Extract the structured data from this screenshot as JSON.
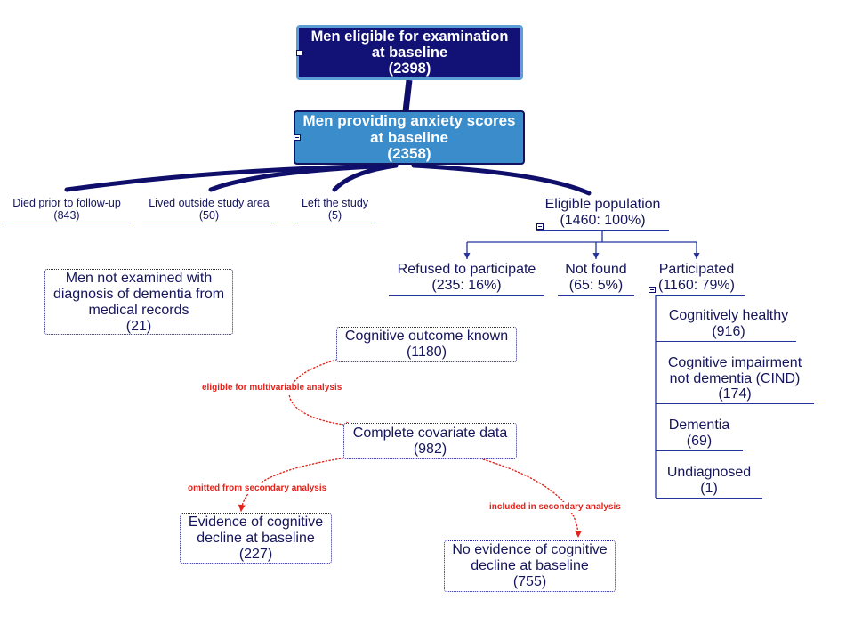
{
  "colors": {
    "root_fill": "#121276",
    "root_border": "#5b9fd4",
    "anxiety_fill": "#3b8ccb",
    "anxiety_border": "#12125e",
    "connector": "#0f0f6b",
    "tree_line": "#24349a",
    "text": "#15155c",
    "annotation": "#e3231b",
    "dotted_border": "#23238c"
  },
  "icons": {
    "root_toggle": "collapse-icon",
    "anxiety_toggle": "collapse-icon",
    "eligible_toggle": "collapse-icon",
    "participated_toggle": "collapse-icon"
  },
  "root": {
    "lines": [
      "Men eligible for examination",
      "at baseline",
      "(2398)"
    ]
  },
  "anxiety": {
    "lines": [
      "Men providing anxiety scores",
      "at baseline",
      "(2358)"
    ]
  },
  "exclusions": [
    {
      "label": "Died prior to follow-up",
      "count": "(843)"
    },
    {
      "label": "Lived outside study area",
      "count": "(50)"
    },
    {
      "label": "Left the study",
      "count": "(5)"
    }
  ],
  "eligible": {
    "label": "Eligible population",
    "count": "(1460: 100%)"
  },
  "outcomes": [
    {
      "label": "Refused to participate",
      "count": "(235: 16%)"
    },
    {
      "label": "Not found",
      "count": "(65: 5%)"
    },
    {
      "label": "Participated",
      "count": "(1160: 79%)"
    }
  ],
  "diagnoses": [
    {
      "lines": [
        "Cognitively healthy",
        "(916)"
      ]
    },
    {
      "lines": [
        "Cognitive impairment",
        "not dementia (CIND)",
        "(174)"
      ]
    },
    {
      "lines": [
        "Dementia",
        "(69)"
      ]
    },
    {
      "lines": [
        "Undiagnosed",
        "(1)"
      ]
    }
  ],
  "records_dementia": {
    "lines": [
      "Men not examined with",
      "diagnosis of dementia from",
      "medical records",
      "(21)"
    ]
  },
  "outcome_known": {
    "lines": [
      "Cognitive outcome known",
      "(1180)"
    ]
  },
  "complete_covariate": {
    "lines": [
      "Complete covariate data",
      "(982)"
    ]
  },
  "decline": {
    "lines": [
      "Evidence of cognitive",
      "decline at baseline",
      "(227)"
    ]
  },
  "no_decline": {
    "lines": [
      "No evidence of cognitive",
      "decline at baseline",
      "(755)"
    ]
  },
  "annotations": {
    "multivariable": "eligible for multivariable analysis",
    "omitted": "omitted from secondary analysis",
    "included": "included in secondary analysis"
  }
}
